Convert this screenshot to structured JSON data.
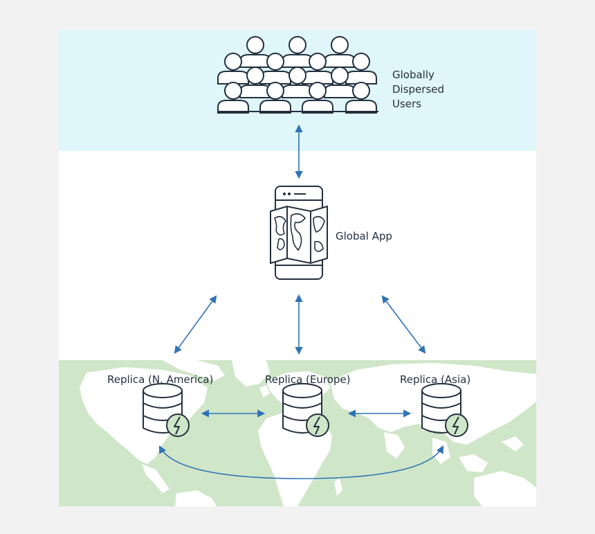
{
  "nodes": {
    "users": {
      "label": "Globally Dispersed Users",
      "icon": "users-group-icon"
    },
    "app": {
      "label": "Global App",
      "icon": "mobile-map-icon"
    },
    "replicas": [
      {
        "label": "Replica (N. America)",
        "icon": "database-lightning-icon"
      },
      {
        "label": "Replica (Europe)",
        "icon": "database-lightning-icon"
      },
      {
        "label": "Replica (Asia)",
        "icon": "database-lightning-icon"
      }
    ]
  },
  "colors": {
    "users_band": "#dff6fa",
    "world_band": "#cfe6c8",
    "arrow": "#2f73b7",
    "icon_stroke": "#232f3e"
  }
}
